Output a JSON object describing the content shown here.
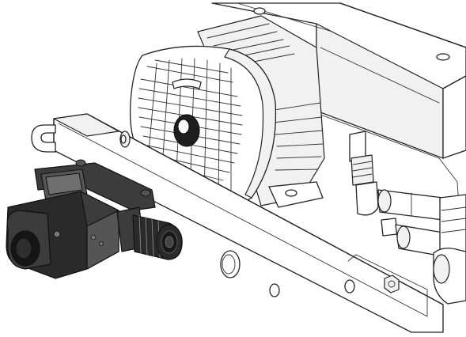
{
  "drawing": {
    "style": "technical line drawing",
    "background_color": "#ffffff",
    "line_color": "#222222",
    "connector_color": "#2a2a2a",
    "components": [
      "mounting-rail",
      "fan-motor-housing",
      "vented-fan-cover",
      "electrical-connector-plug",
      "cable-gland",
      "upper-block-housing",
      "hose-fittings",
      "mounting-holes",
      "lifting-eye"
    ]
  }
}
